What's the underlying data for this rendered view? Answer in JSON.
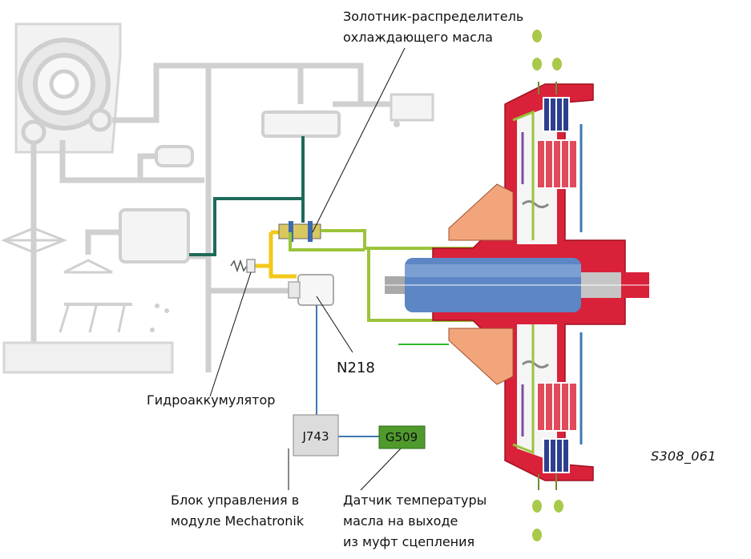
{
  "labels": {
    "cooling_valve_line1": "Золотник-распределитель",
    "cooling_valve_line2": "охлаждающего масла",
    "accumulator": "Гидроаккумулятор",
    "n218": "N218",
    "control_unit_line1": "Блок управления в",
    "control_unit_line2": "модуле Mechatronik",
    "sensor_line1": "Датчик температуры",
    "sensor_line2": "масла на выходе",
    "sensor_line3": "из муфт сцепления"
  },
  "boxes": {
    "j743": "J743",
    "g509": "G509"
  },
  "figure_id": "S308_061",
  "colors": {
    "gray_line": "#c8c8c8",
    "dark_teal": "#1e6a5a",
    "oil_green": "#9bc43a",
    "yellow": "#f2c81a",
    "clutch_red": "#d9213a",
    "clutch_orange": "#f2a57a",
    "shaft_blue": "#5d86c4",
    "plate_blue": "#2d3f8f",
    "sensor_green": "#4f9a2c",
    "signal_blue": "#3f78b3"
  }
}
